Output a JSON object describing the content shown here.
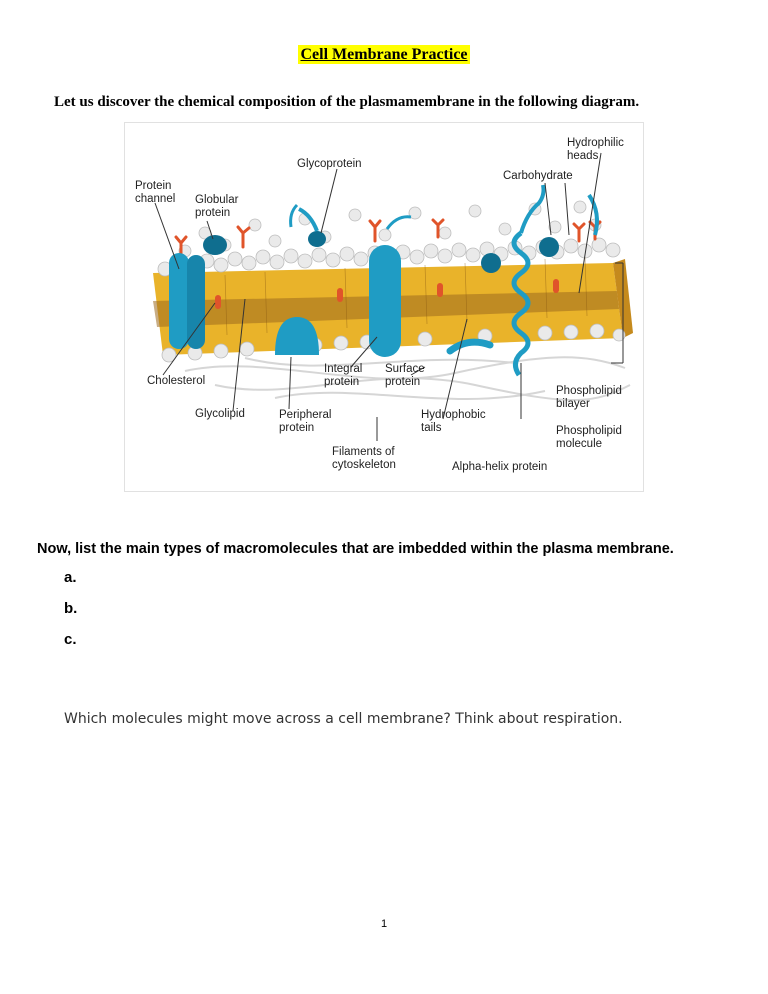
{
  "document": {
    "title": "Cell Membrane Practice",
    "intro": "Let us discover the chemical composition of the plasmamembrane in the following diagram.",
    "question1": "Now, list the main types of macromolecules that are imbedded within the plasma membrane.",
    "answers": [
      "a.",
      "b.",
      "c."
    ],
    "question2": "Which molecules might move across a cell membrane?  Think about respiration.",
    "page_number": "1"
  },
  "diagram": {
    "labels": {
      "hydrophilic_heads": "Hydrophilic\nheads",
      "glycoprotein": "Glycoprotein",
      "carbohydrate": "Carbohydrate",
      "protein_channel": "Protein\nchannel",
      "globular_protein": "Globular\nprotein",
      "cholesterol": "Cholesterol",
      "integral_protein": "Integral\nprotein",
      "surface_protein": "Surface\nprotein",
      "phospholipid_bilayer": "Phospholipid\nbilayer",
      "glycolipid": "Glycolipid",
      "peripheral_protein": "Peripheral\nprotein",
      "hydrophobic_tails": "Hydrophobic\ntails",
      "phospholipid_molecule": "Phospholipid\nmolecule",
      "filaments_of_cytoskeleton": "Filaments of\ncytoskeleton",
      "alpha_helix_protein": "Alpha-helix protein"
    },
    "colors": {
      "protein": "#1f9cc4",
      "protein_dark": "#0f6e8f",
      "heads": "#e8e8e8",
      "tails": "#e9b32a",
      "core": "#9c6a1e",
      "glycolipid": "#e0542a"
    }
  }
}
